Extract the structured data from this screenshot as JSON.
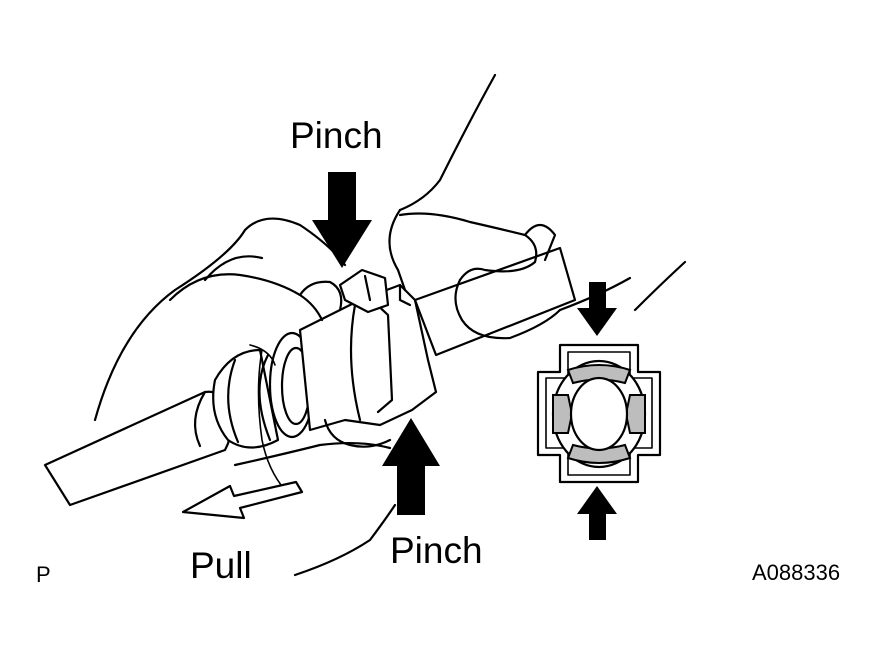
{
  "labels": {
    "pinch_top": "Pinch",
    "pinch_bottom": "Pinch",
    "pull": "Pull",
    "corner_code": "P",
    "figure_id": "A088336"
  },
  "colors": {
    "ink": "#000000",
    "paper": "#ffffff",
    "shade": "#bdbdbd"
  }
}
